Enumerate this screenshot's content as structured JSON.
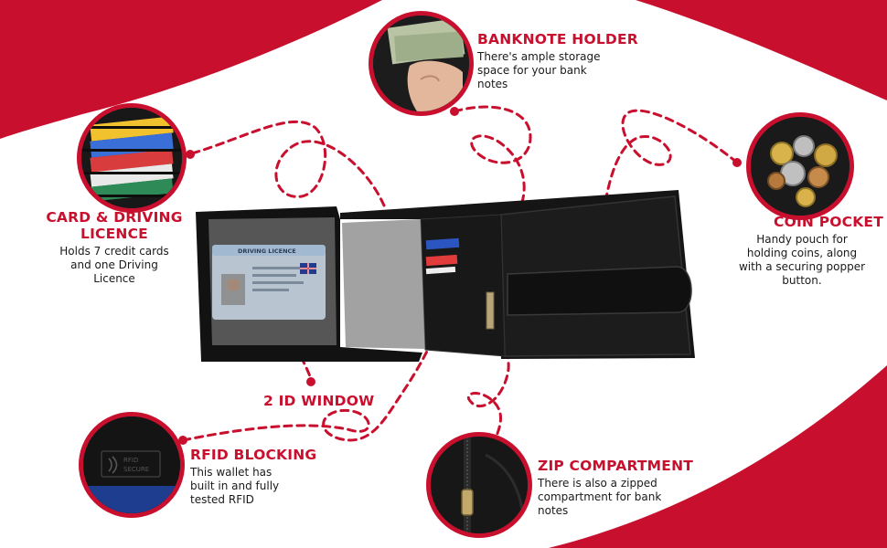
{
  "colors": {
    "accent": "#c8102e",
    "wallet": "#151515",
    "text": "#1a1a1a"
  },
  "callouts": {
    "banknote": {
      "title": "BANKNOTE HOLDER",
      "desc": [
        "There's ample storage",
        "space for your bank",
        "notes"
      ]
    },
    "card": {
      "title": [
        "CARD & DRIVING",
        "LICENCE"
      ],
      "desc": [
        "Holds 7 credit cards",
        "and one Driving",
        "Licence"
      ]
    },
    "coin": {
      "title": "COIN POCKET",
      "desc": [
        "Handy pouch for",
        "holding coins, along",
        "with a securing popper",
        "button."
      ]
    },
    "id_window": {
      "title": "2 ID WINDOW"
    },
    "rfid": {
      "title": "RFID BLOCKING",
      "desc": [
        "This wallet has",
        "built in and fully",
        "tested RFID"
      ]
    },
    "zip": {
      "title": "ZIP COMPARTMENT",
      "desc": [
        "There is also a zipped",
        "compartment for bank",
        "notes"
      ]
    }
  },
  "licence": {
    "header": "DRIVING LICENCE"
  },
  "rfid_stamp": {
    "line1": "RFID",
    "line2": "SECURE"
  },
  "icons": [
    "banknote-image",
    "cards-image",
    "coins-image",
    "rfid-image",
    "zip-image",
    "wallet-image"
  ]
}
